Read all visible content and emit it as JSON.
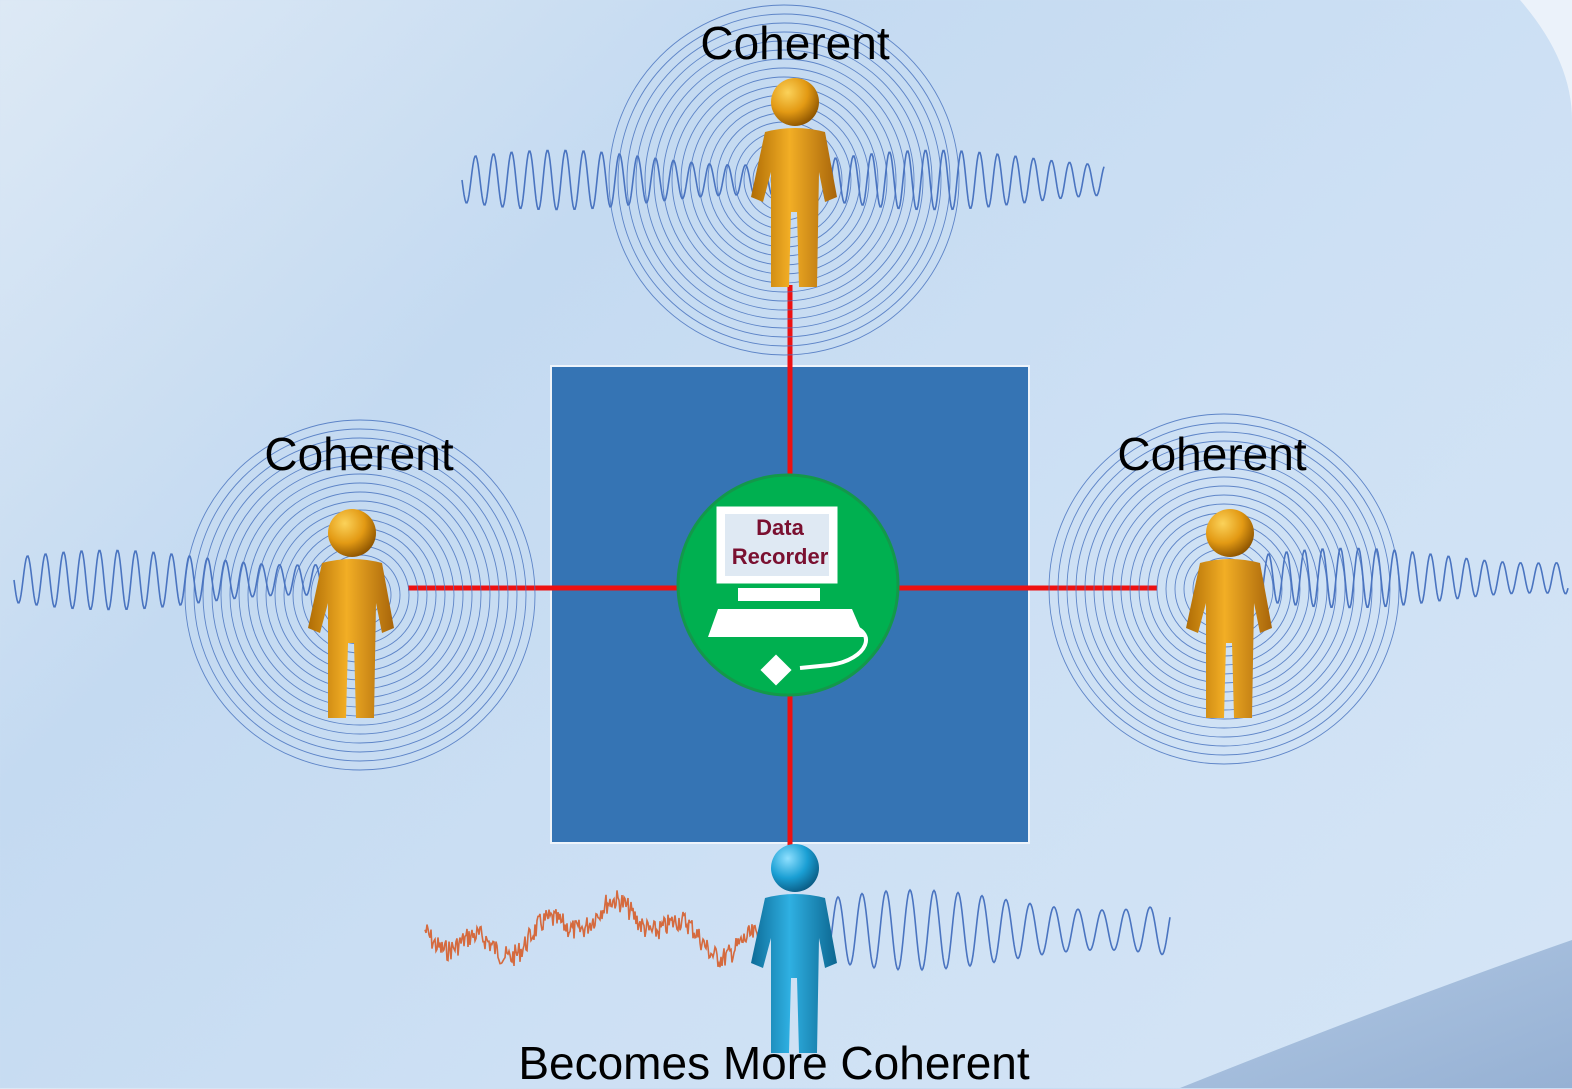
{
  "labels": {
    "top": "Coherent",
    "left": "Coherent",
    "right": "Coherent",
    "bottom": "Becomes More Coherent"
  },
  "recorder": {
    "line1": "Data",
    "line2": "Recorder"
  },
  "colors": {
    "background": "#c4daf1",
    "center_square": "#3574b4",
    "recorder_circle": "#00b050",
    "recorder_text": "#7a1030",
    "connector": "#ee1111",
    "coherent_wave": "#4a74c0",
    "incoherent_wave": "#d56a3e",
    "person_coherent": "#e8a21a",
    "person_receiver": "#1e9fd0"
  },
  "icons": [
    "person-icon",
    "computer-icon",
    "concentric-field-icon",
    "wave-signal-icon"
  ]
}
